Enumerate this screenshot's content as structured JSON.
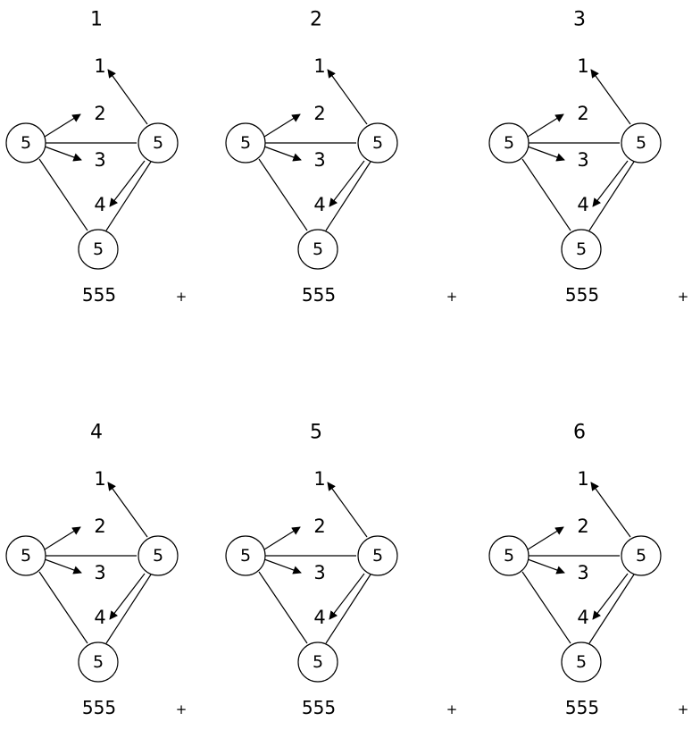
{
  "diagrams": [
    {
      "title": "1",
      "nodes": [
        "5",
        "5",
        "5"
      ],
      "labels": [
        "1",
        "2",
        "3",
        "4"
      ],
      "caption": "555",
      "plus": "+"
    },
    {
      "title": "2",
      "nodes": [
        "5",
        "5",
        "5"
      ],
      "labels": [
        "1",
        "2",
        "3",
        "4"
      ],
      "caption": "555",
      "plus": "+"
    },
    {
      "title": "3",
      "nodes": [
        "5",
        "5",
        "5"
      ],
      "labels": [
        "1",
        "2",
        "3",
        "4"
      ],
      "caption": "555",
      "plus": "+"
    },
    {
      "title": "4",
      "nodes": [
        "5",
        "5",
        "5"
      ],
      "labels": [
        "1",
        "2",
        "3",
        "4"
      ],
      "caption": "555",
      "plus": "+"
    },
    {
      "title": "5",
      "nodes": [
        "5",
        "5",
        "5"
      ],
      "labels": [
        "1",
        "2",
        "3",
        "4"
      ],
      "caption": "555",
      "plus": "+"
    },
    {
      "title": "6",
      "nodes": [
        "5",
        "5",
        "5"
      ],
      "labels": [
        "1",
        "2",
        "3",
        "4"
      ],
      "caption": "555",
      "plus": "+"
    }
  ]
}
